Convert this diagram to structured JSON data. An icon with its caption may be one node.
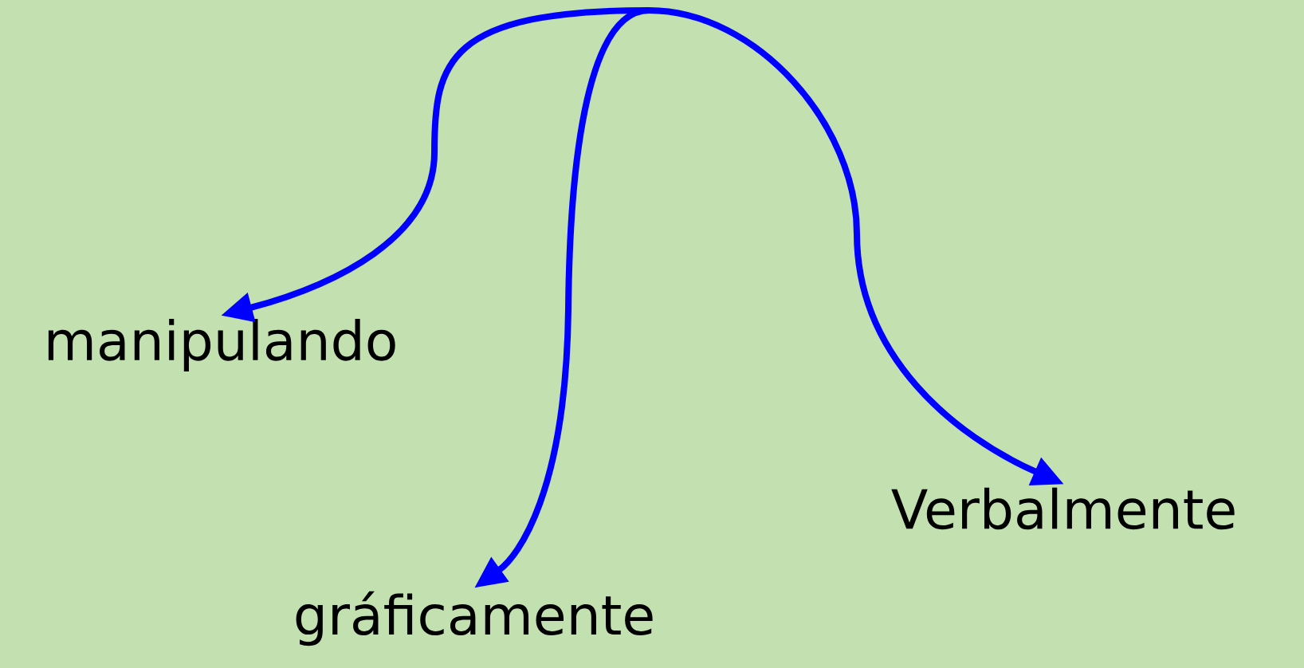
{
  "diagram": {
    "nodes": [
      {
        "text": [
          "manipulando"
        ]
      },
      {
        "text": [
          "gráficamente"
        ]
      },
      {
        "text": [
          "Verbalmente"
        ]
      }
    ],
    "edges": [
      {
        "from": null,
        "to": 0,
        "arrow": "to"
      },
      {
        "from": null,
        "to": 1,
        "arrow": "to"
      },
      {
        "from": null,
        "to": 2,
        "arrow": "to"
      }
    ]
  }
}
